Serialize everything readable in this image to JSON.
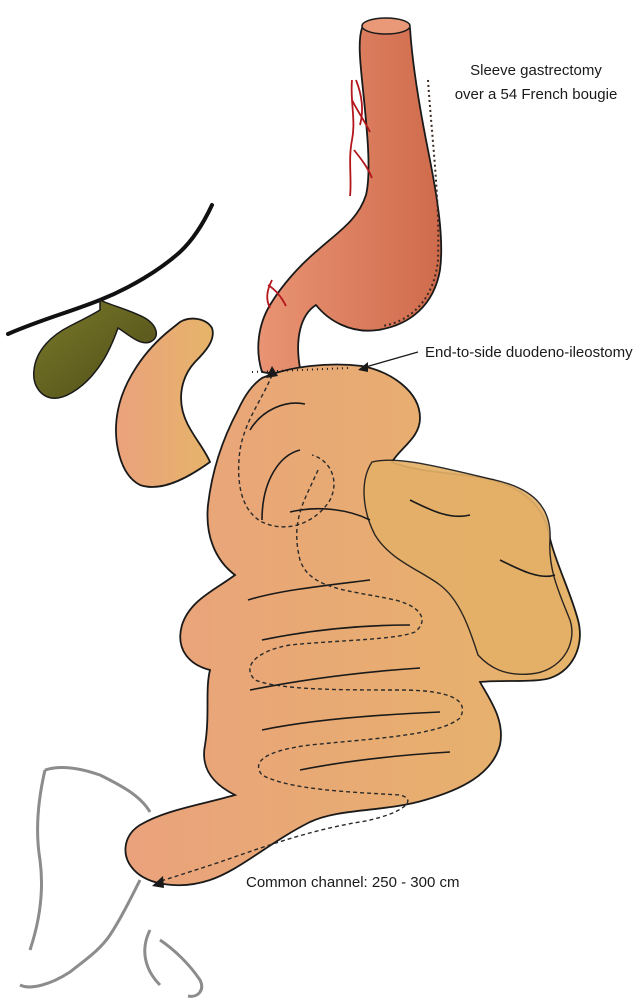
{
  "labels": {
    "sleeve_line1": "Sleeve gastrectomy",
    "sleeve_line2": "over a 54 French bougie",
    "anastomosis": "End-to-side duodeno-ileostomy",
    "common_channel": "Common channel: 250 - 300 cm"
  },
  "colors": {
    "stomach": "#d9785a",
    "intestine": "#e8a878",
    "intestine_light": "#e7b36a",
    "gallbladder": "#5c5a1e",
    "vessel": "#b3161b",
    "outline": "#1a1a1a",
    "mesentery": "#8c8c8c"
  }
}
